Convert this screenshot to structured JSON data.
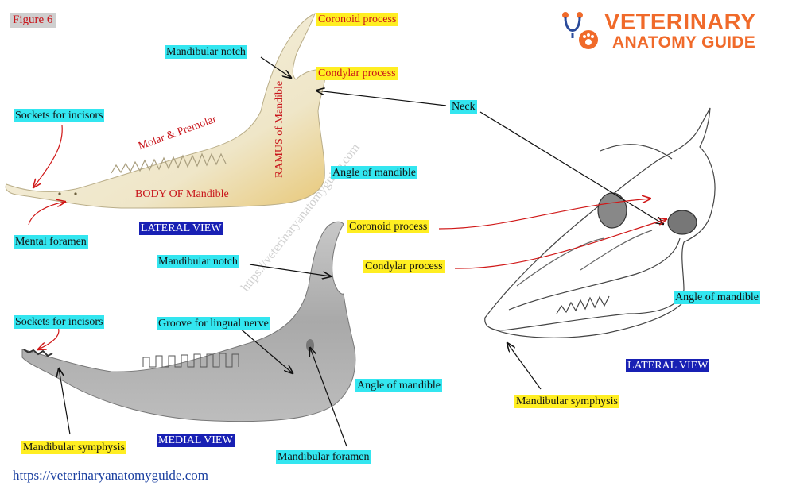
{
  "figure_label": "Figure 6",
  "logo": {
    "line1": "VETERINARY",
    "line2": "ANATOMY GUIDE"
  },
  "footer_url": "https://veterinaryanatomyguide.com",
  "watermark": "https://veterinaryanatomyguide.com",
  "lateral_top": {
    "coronoid_process": "Coronoid process",
    "mandibular_notch": "Mandibular notch",
    "condylar_process": "Condylar process",
    "neck": "Neck",
    "sockets_for_incisors": "Sockets for incisors",
    "molar_premolar": "Molar & Premolar",
    "ramus": "RAMUS of Mandible",
    "angle_of_mandible": "Angle of mandible",
    "body_of_mandible": "BODY OF Mandible",
    "mental_foramen": "Mental foramen",
    "view_label": "LATERAL VIEW"
  },
  "medial": {
    "mandibular_notch": "Mandibular notch",
    "sockets_for_incisors": "Sockets for incisors",
    "groove_for_lingual_nerve": "Groove for lingual nerve",
    "angle_of_mandible": "Angle of mandible",
    "mandibular_symphysis": "Mandibular symphysis",
    "view_label": "MEDIAL VIEW",
    "mandibular_foramen": "Mandibular foramen"
  },
  "skull": {
    "coronoid_process": "Coronoid process",
    "condylar_process": "Condylar process",
    "angle_of_mandible": "Angle of mandible",
    "view_label": "LATERAL VIEW",
    "mandibular_symphysis": "Mandibular symphysis"
  },
  "colors": {
    "cyan_label": "#33e6f0",
    "yellow_label": "#ffee22",
    "red_text": "#c8141a",
    "blue_label": "#1820b4",
    "logo_orange": "#f06a2a"
  }
}
